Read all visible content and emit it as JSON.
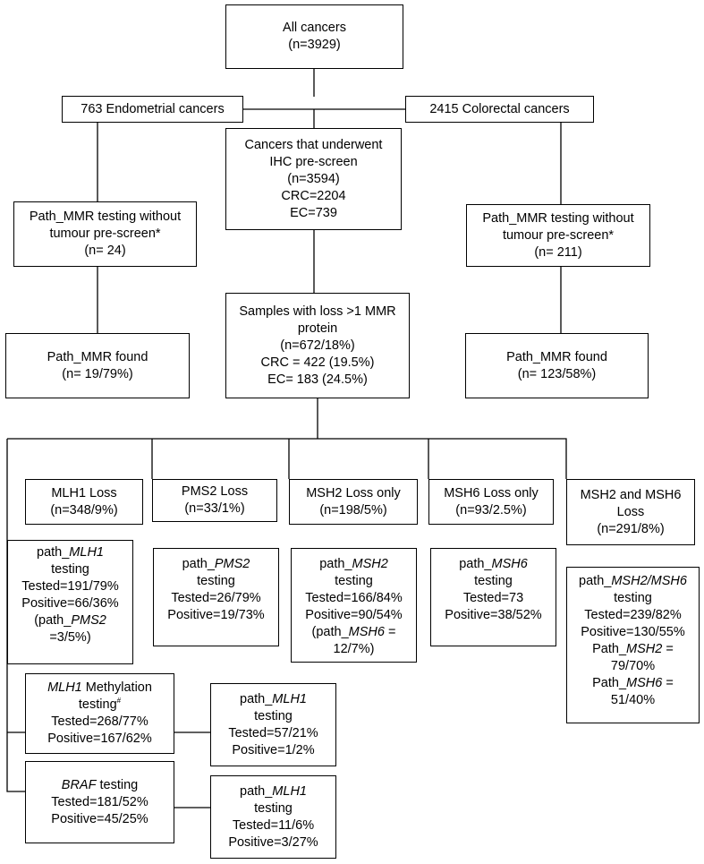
{
  "nodes": {
    "all": {
      "lines": [
        "All cancers",
        "(n=3929)"
      ]
    },
    "endo": {
      "lines": [
        "763 Endometrial cancers"
      ]
    },
    "colo": {
      "lines": [
        "2415 Colorectal cancers"
      ]
    },
    "ihc": {
      "lines": [
        "Cancers that underwent",
        "IHC pre-screen",
        "(n=3594)",
        "CRC=2204",
        "EC=739"
      ]
    },
    "path_left": {
      "lines": [
        "Path_MMR testing without",
        "tumour pre-screen*",
        "(n= 24)"
      ]
    },
    "path_right": {
      "lines": [
        "Path_MMR testing without",
        "tumour pre-screen*",
        "(n= 211)"
      ]
    },
    "found_left": {
      "lines": [
        "Path_MMR found",
        "(n= 19/79%)"
      ]
    },
    "found_right": {
      "lines": [
        "Path_MMR found",
        "(n= 123/58%)"
      ]
    },
    "loss": {
      "lines": [
        "Samples with loss >1 MMR",
        "protein",
        "(n=672/18%)",
        "CRC = 422 (19.5%)",
        "EC= 183 (24.5%)"
      ]
    },
    "mlh1_loss": {
      "lines": [
        "MLH1 Loss",
        "(n=348/9%)"
      ]
    },
    "pms2_loss": {
      "lines": [
        "PMS2 Loss",
        "(n=33/1%)"
      ]
    },
    "msh2_loss": {
      "lines": [
        "MSH2 Loss only",
        "(n=198/5%)"
      ]
    },
    "msh6_loss": {
      "lines": [
        "MSH6 Loss only",
        "(n=93/2.5%)"
      ]
    },
    "msh26_loss": {
      "lines": [
        "MSH2 and MSH6",
        "Loss",
        "(n=291/8%)"
      ]
    },
    "mlh1_test": {
      "line1_prefix": "path_",
      "line1_gene": "MLH1",
      "line2": "testing",
      "line3": "Tested=191/79%",
      "line4": "Positive=66/36%",
      "line5_prefix": "(path_",
      "line5_gene": "PMS2",
      "line6": "=3/5%)"
    },
    "pms2_test": {
      "line1_prefix": "path_",
      "line1_gene": "PMS2",
      "line2": "testing",
      "line3": "Tested=26/79%",
      "line4": "Positive=19/73%"
    },
    "msh2_test": {
      "line1_prefix": "path_",
      "line1_gene": "MSH2",
      "line2": "testing",
      "line3": "Tested=166/84%",
      "line4": "Positive=90/54%",
      "line5_prefix": "(path_",
      "line5_gene": "MSH6",
      "line5_suffix": " =",
      "line6": "12/7%)"
    },
    "msh6_test": {
      "line1_prefix": "path_",
      "line1_gene": "MSH6",
      "line2": "testing",
      "line3": "Tested=73",
      "line4": "Positive=38/52%"
    },
    "msh26_test": {
      "line1_prefix": "path_",
      "line1_gene": "MSH2/MSH6",
      "line2": "testing",
      "line3": "Tested=239/82%",
      "line4": "Positive=130/55%",
      "line5_prefix": "Path_",
      "line5_gene": "MSH2",
      "line5_suffix": " =",
      "line6": "79/70%",
      "line7_prefix": "Path_",
      "line7_gene": "MSH6",
      "line7_suffix": " =",
      "line8": "51/40%"
    },
    "methyl": {
      "line1_gene": "MLH1",
      "line1_suffix": " Methylation",
      "line2": "testing",
      "line2_mark": "#",
      "line3": "Tested=268/77%",
      "line4": "Positive=167/62%"
    },
    "braf": {
      "line1_gene": "BRAF",
      "line1_suffix": " testing",
      "line2": "Tested=181/52%",
      "line3": "Positive=45/25%"
    },
    "methyl_path": {
      "line1_prefix": "path_",
      "line1_gene": "MLH1",
      "line2": "testing",
      "line3": "Tested=57/21%",
      "line4": "Positive=1/2%"
    },
    "braf_path": {
      "line1_prefix": "path_",
      "line1_gene": "MLH1",
      "line2": "testing",
      "line3": "Tested=11/6%",
      "line4": "Positive=3/27%"
    }
  }
}
